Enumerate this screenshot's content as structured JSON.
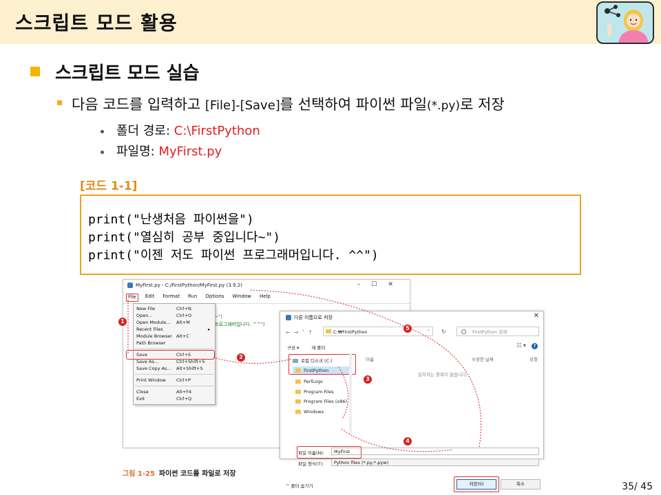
{
  "header": {
    "title": "스크립트 모드 활용"
  },
  "section": {
    "heading": "스크립트 모드 실습"
  },
  "instruction": {
    "prefix": "다음 코드를 입력하고 ",
    "menu_path": "[File]-[Save]",
    "middle": "를 선택하여 파이썬 파일",
    "ext": "(*.py)",
    "suffix": "로 저장"
  },
  "details": [
    {
      "label": "폴더 경로: ",
      "value": "C:\\FirstPython"
    },
    {
      "label": "파일명: ",
      "value": "MyFirst.py"
    }
  ],
  "code": {
    "caption": "[코드 1-1]",
    "lines": [
      "print(\"난생처음 파이썬을\")",
      "print(\"열심히 공부 중입니다~\")",
      "print(\"이젠 저도 파이썬 프로그래머입니다. ^^\")"
    ]
  },
  "figure": {
    "idle": {
      "title": "MyFirst.py - C:/FirstPython/MyFirst.py (3.9.2)",
      "menus": [
        "File",
        "Edit",
        "Format",
        "Run",
        "Options",
        "Window",
        "Help"
      ],
      "code_fragments": [
        "~\")",
        "프로그래머입니다. ^^\")"
      ],
      "file_menu": [
        {
          "label": "New File",
          "shortcut": "Ctrl+N"
        },
        {
          "label": "Open...",
          "shortcut": "Ctrl+O"
        },
        {
          "label": "Open Module...",
          "shortcut": "Alt+M"
        },
        {
          "label": "Recent Files",
          "shortcut": "▸"
        },
        {
          "label": "Module Browser",
          "shortcut": "Alt+C"
        },
        {
          "label": "Path Browser",
          "shortcut": ""
        },
        {
          "label": "Save",
          "shortcut": "Ctrl+S"
        },
        {
          "label": "Save As...",
          "shortcut": "Ctrl+Shift+S"
        },
        {
          "label": "Save Copy As...",
          "shortcut": "Alt+Shift+S"
        },
        {
          "label": "Print Window",
          "shortcut": "Ctrl+P"
        },
        {
          "label": "Close",
          "shortcut": "Alt+F4"
        },
        {
          "label": "Exit",
          "shortcut": "Ctrl+Q"
        }
      ]
    },
    "dialog": {
      "title": "다른 이름으로 저장",
      "address": "C:₩FirstPython",
      "search_placeholder": "FirstPython 검색",
      "toolbar": [
        "구성 ▾",
        "새 폴더"
      ],
      "nav_items": [
        "로컬 디스크 (C:)",
        "FirstPython",
        "PerfLogs",
        "Program Files",
        "Program Files (x86)",
        "Windows"
      ],
      "columns": [
        "이름",
        "수정한 날짜",
        "유형"
      ],
      "empty_message": "일치하는 항목이 없습니다.",
      "filename_label": "파일 이름(N):",
      "filename_value": "MyFirst",
      "filetype_label": "파일 형식(T):",
      "filetype_value": "Python files (*.py;*.pyw)",
      "hide_folders": "폴더 숨기기",
      "save_button": "저장(S)",
      "cancel_button": "취소"
    },
    "steps": [
      "1",
      "2",
      "3",
      "4",
      "5"
    ],
    "caption_num": "그림 1-25",
    "caption_text": "파이썬 코드를 파일로 저장"
  },
  "page": {
    "number": "35/ 45"
  },
  "colors": {
    "header_bg": "#fdf0cf",
    "accent": "#f5b400",
    "highlight_red": "#e02020",
    "code_border": "#f0a020"
  }
}
